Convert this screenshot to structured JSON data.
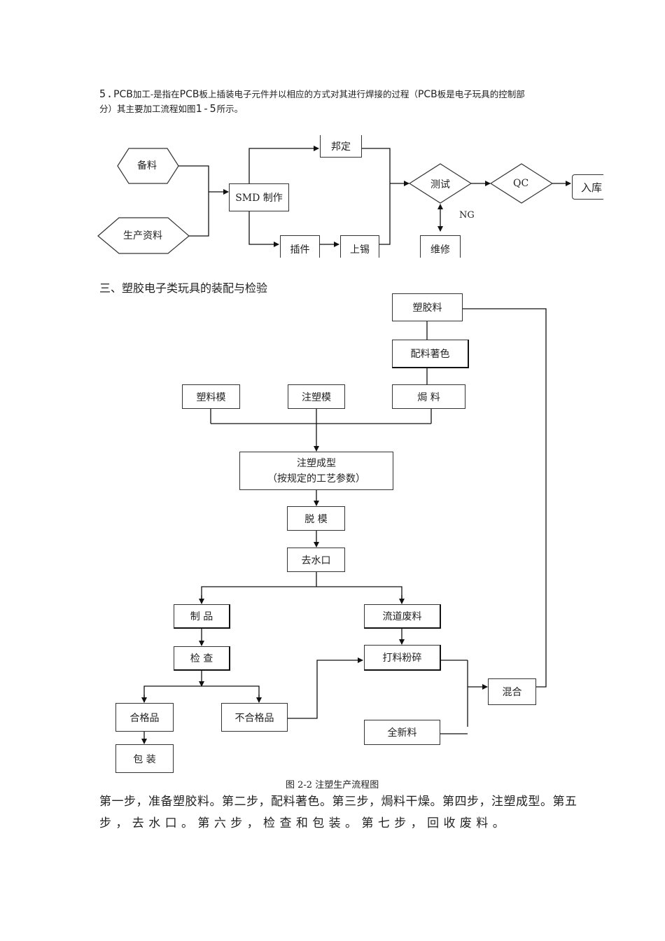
{
  "intro": {
    "num": "5.",
    "pcb1": "PCB",
    "t1": "加工-是指在",
    "pcb2": "PCB",
    "t2": "板上插装电子元件并以相应的方式对其进行焊接的过程（",
    "pcb3": "PCB",
    "t3": "板是电子玩具的控制部",
    "line2a": "分）其主要加工流程如图",
    "fig": "1-5",
    "line2b": "所示。"
  },
  "pcb_flow": {
    "beiliao": "备料",
    "shengchan": "生产资料",
    "smd": "SMD 制作",
    "bangding": "邦定",
    "chajian": "插件",
    "shangxi": "上锡",
    "ceshi": "测试",
    "qc": "QC",
    "ruku": "入库",
    "ng": "NG",
    "weixiu": "维修"
  },
  "section_heading": "三、塑胶电子类玩具的装配与检验",
  "mold_flow": {
    "sujiaoliao": "塑胶料",
    "peiliao": "配料著色",
    "suliaomo": "塑料模",
    "zhusumo": "注塑模",
    "hongliao": "焗 料",
    "chengxing_1": "注塑成型",
    "chengxing_2": "（按规定的工艺参数）",
    "tuomo": "脱 模",
    "qushuikou": "去水口",
    "zhipin": "制 品",
    "liudao": "流道废料",
    "jiancha": "检 查",
    "dafen": "打料粉碎",
    "hunhe": "混合",
    "hege": "合格品",
    "buhege": "不合格品",
    "xinliao": "全新料",
    "baozhuang": "包 装"
  },
  "caption": "图 2-2 注塑生产流程图",
  "body_line1": "第一步，准备塑胶料。第二步，配料著色。第三步，焗料干燥。第四步，注塑成型。第五",
  "body_line2": "步 ， 去 水 口 。 第 六 步 ， 检 查 和 包 装 。 第 七 步 ， 回 收 废 料 。"
}
